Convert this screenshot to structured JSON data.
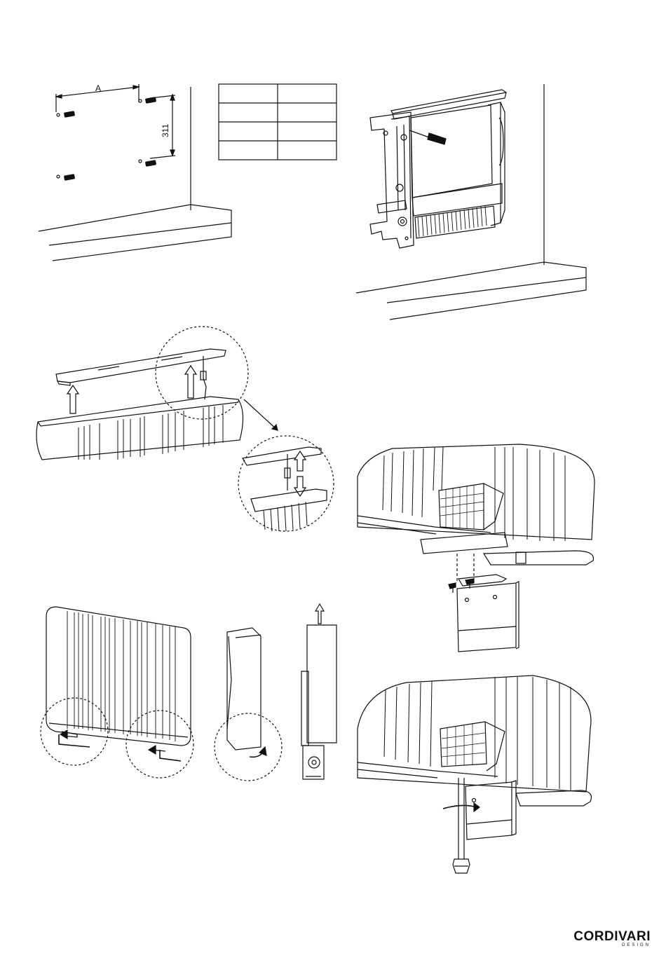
{
  "figure1": {
    "dimension_a": "A",
    "dimension_height": "311",
    "table": {
      "rows": [
        [
          "",
          ""
        ],
        [
          "",
          ""
        ],
        [
          "",
          ""
        ],
        [
          "",
          ""
        ]
      ]
    }
  },
  "brand": {
    "name": "CORDIVARI",
    "subtitle": "DESIGN"
  }
}
